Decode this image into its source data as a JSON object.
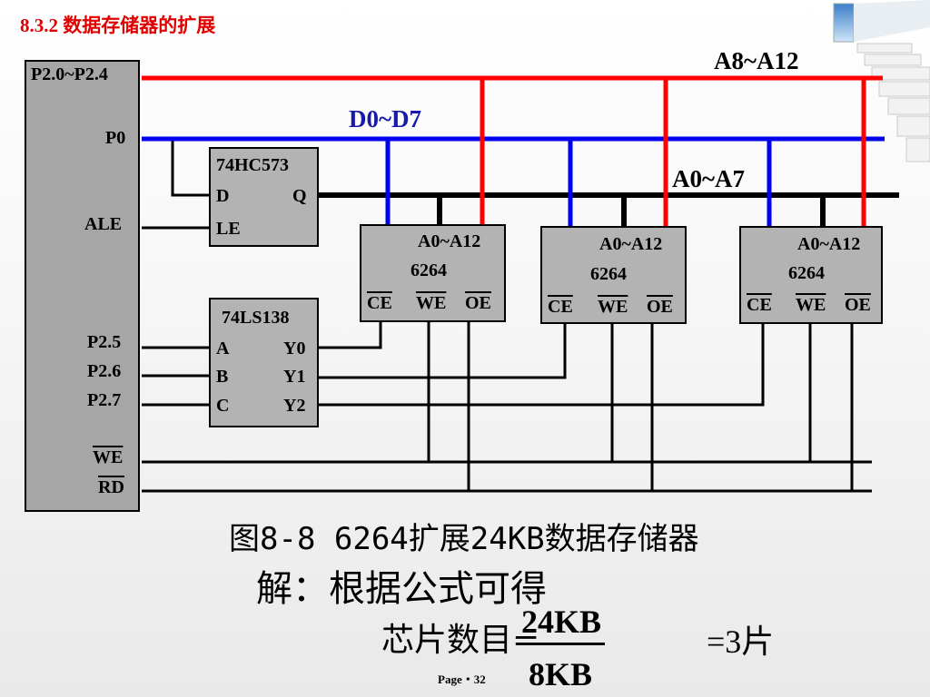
{
  "slide": {
    "title": "8.3.2  数据存储器的扩展",
    "page": "Page・32"
  },
  "diagram": {
    "bus_labels": {
      "addr_high": "A8~A12",
      "data": "D0~D7",
      "addr_low": "A0~A7"
    },
    "mcu_pins": {
      "p20_24": "P2.0~P2.4",
      "p0": "P0",
      "ale": "ALE",
      "p25": "P2.5",
      "p26": "P2.6",
      "p27": "P2.7",
      "we": "WE",
      "rd": "RD"
    },
    "latch": {
      "name": "74HC573",
      "d": "D",
      "q": "Q",
      "le": "LE"
    },
    "decoder": {
      "name": "74LS138",
      "a": "A",
      "b": "B",
      "c": "C",
      "y0": "Y0",
      "y1": "Y1",
      "y2": "Y2"
    },
    "memory_chips": [
      {
        "addr": "A0~A12",
        "name": "6264",
        "ce": "CE",
        "we": "WE",
        "oe": "OE"
      },
      {
        "addr": "A0~A12",
        "name": "6264",
        "ce": "CE",
        "we": "WE",
        "oe": "OE"
      },
      {
        "addr": "A0~A12",
        "name": "6264",
        "ce": "CE",
        "we": "WE",
        "oe": "OE"
      }
    ],
    "colors": {
      "addr_high_bus": "#ff0000",
      "data_bus": "#0000ee",
      "addr_low_bus": "#000000",
      "chip_fill": "#b3b3b3",
      "mcu_fill": "#a6a6a6"
    }
  },
  "caption": "图8-8   6264扩展24KB数据存储器",
  "solution": {
    "intro": "解：根据公式可得",
    "count_label": "芯片数目=",
    "numerator": "24KB",
    "denominator": "8KB",
    "result": "=3片"
  }
}
